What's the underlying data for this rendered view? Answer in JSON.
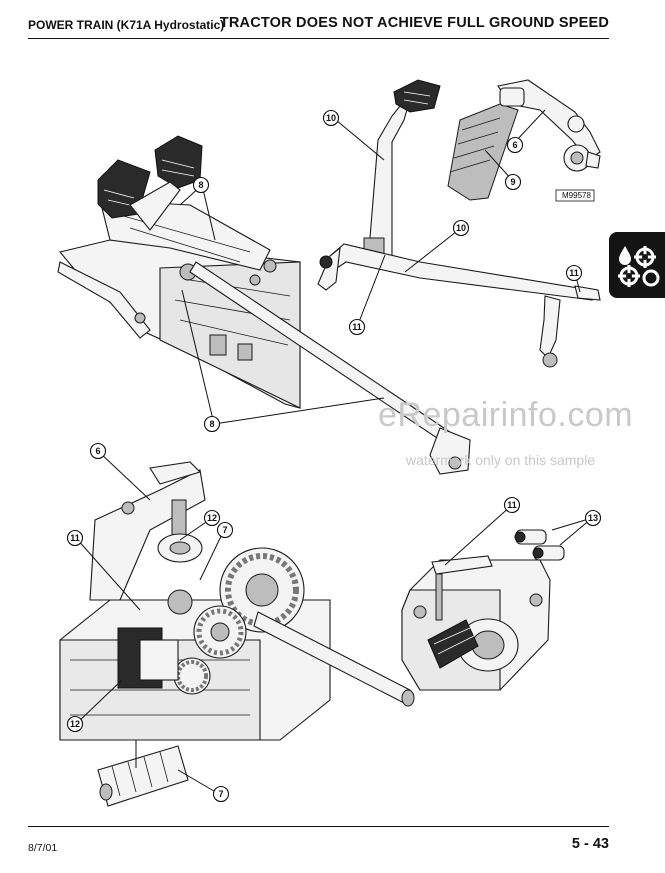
{
  "header": {
    "left_title": "POWER TRAIN (K71A Hydrostatic)",
    "right_title": "TRACTOR DOES NOT ACHIEVE FULL GROUND SPEED"
  },
  "footer": {
    "date": "8/7/01",
    "page": "5 - 43"
  },
  "figure_id": "M99578",
  "watermark": {
    "main": "eRepairinfo.com",
    "sub": "watermark only on this sample"
  },
  "callouts": [
    "6",
    "7",
    "8",
    "9",
    "10",
    "11",
    "12",
    "13"
  ]
}
